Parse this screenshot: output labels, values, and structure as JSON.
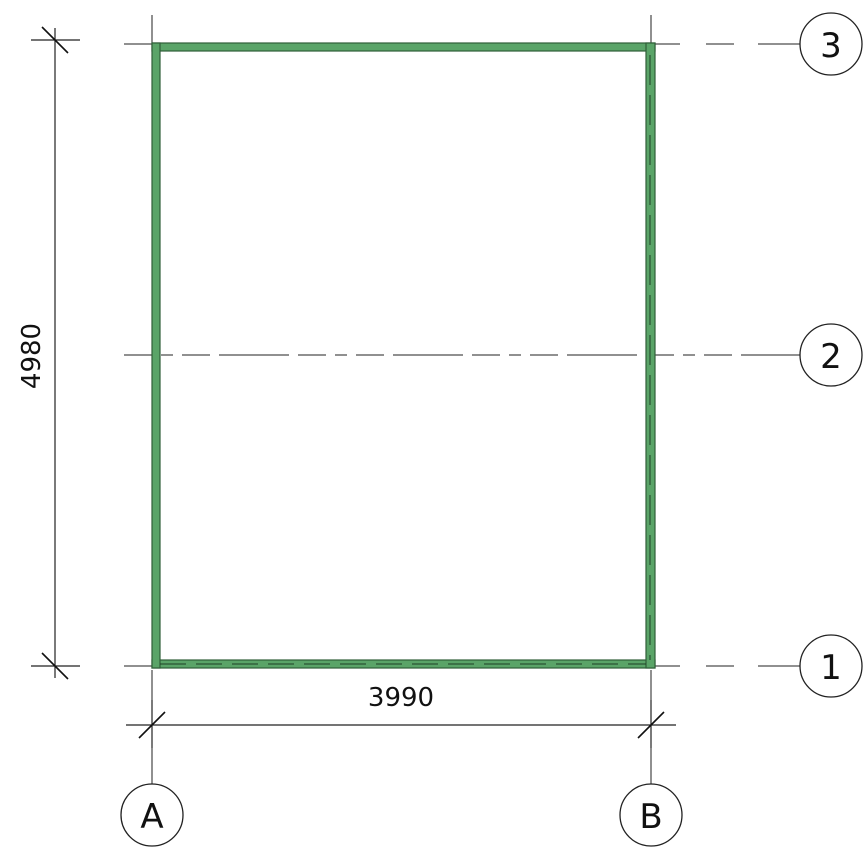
{
  "grid": {
    "horizontal": [
      {
        "label": "3"
      },
      {
        "label": "2"
      },
      {
        "label": "1"
      }
    ],
    "vertical": [
      {
        "label": "A"
      },
      {
        "label": "B"
      }
    ]
  },
  "dimensions": {
    "horizontal": "3990",
    "vertical": "4980"
  },
  "colors": {
    "wall_fill": "#5aa468",
    "wall_edge": "#2f5f38",
    "line": "#222222"
  }
}
